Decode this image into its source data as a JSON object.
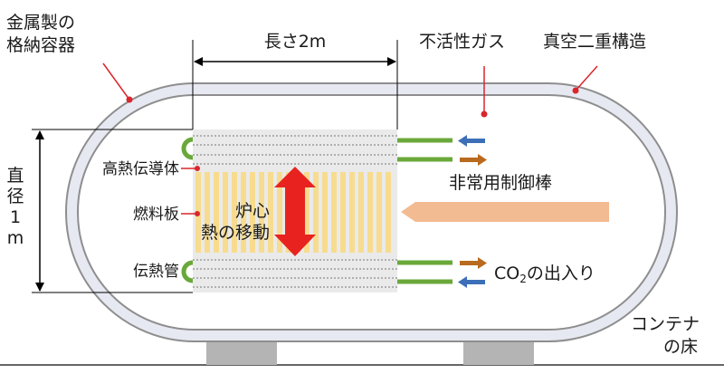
{
  "labels": {
    "vessel": [
      "金属製の",
      "格納容器"
    ],
    "length": "長さ2m",
    "inert_gas": "不活性ガス",
    "vacuum": "真空二重構造",
    "high_conductor": "高熱伝導体",
    "fuel_plate": "燃料板",
    "heat_transfer_tube": "伝熱管",
    "core": "炉心",
    "heat_movement": "熱の移動",
    "control_rod": "非常用制御棒",
    "co2_prefix": "CO",
    "co2_sub": "2",
    "co2_suffix": "の出入り",
    "diameter": [
      "直",
      "径",
      "1",
      "m"
    ],
    "container_floor": [
      "コンテナ",
      "の床"
    ]
  },
  "colors": {
    "vessel_fill": "#eef0f8",
    "vessel_stroke": "#8e8e8e",
    "leader": "#d9262c",
    "fuel_stripe": "#f7dc8f",
    "tube_green": "#6aa83a",
    "arrow_red": "#e8231f",
    "rod": "#f3bb92",
    "arrow_blue": "#3d6fb8",
    "arrow_brown": "#b86a1f",
    "base_gray": "#b4b4b4"
  }
}
